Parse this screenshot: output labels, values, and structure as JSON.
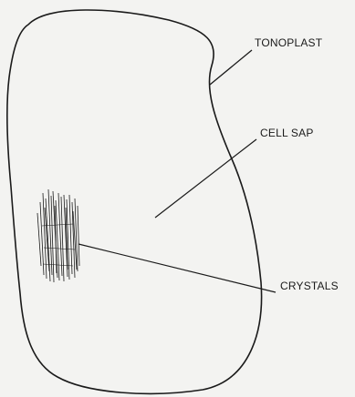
{
  "diagram": {
    "labels": {
      "tonoplast": "TONOPLAST",
      "cell_sap": "CELL SAP",
      "crystals": "CRYSTALS"
    },
    "ink_color": "#1a1a1a",
    "background_color": "#f3f3f1"
  }
}
